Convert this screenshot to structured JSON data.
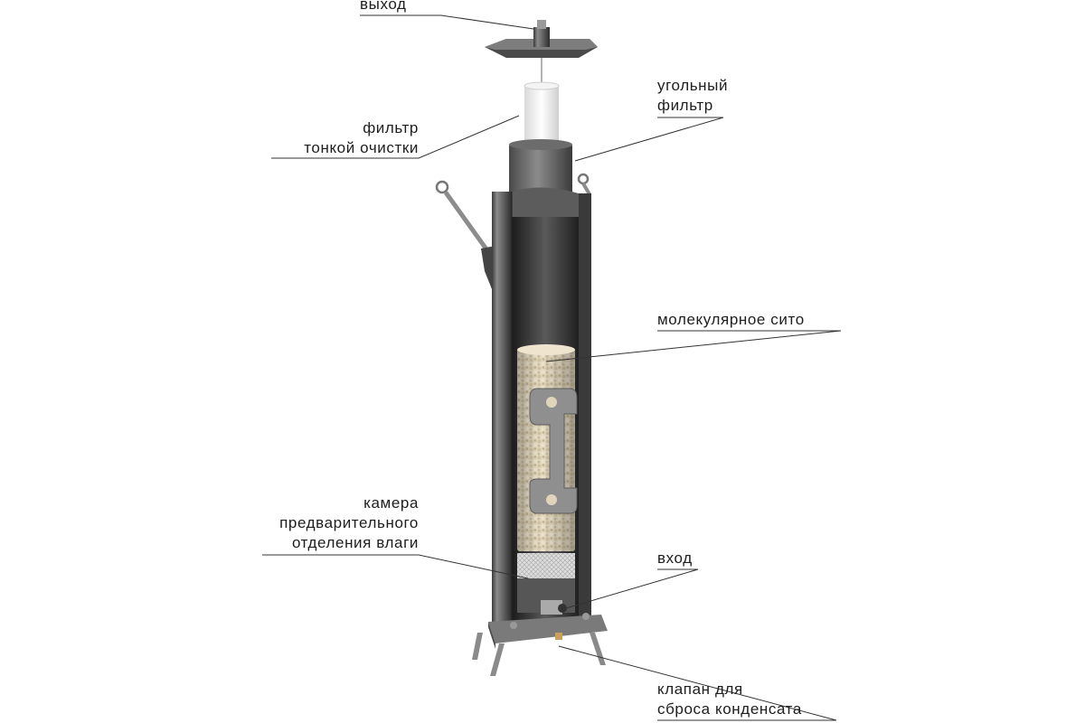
{
  "labels": {
    "outlet": "выход",
    "carbon_filter": [
      "угольный",
      "фильтр"
    ],
    "fine_filter": [
      "фильтр",
      "тонкой очистки"
    ],
    "molecular_sieve": "молекулярное сито",
    "moisture_chamber": [
      "камера",
      "предварительного",
      "отделения влаги"
    ],
    "inlet": "вход",
    "drain_valve": [
      "клапан для",
      "сброса конденсата"
    ]
  }
}
